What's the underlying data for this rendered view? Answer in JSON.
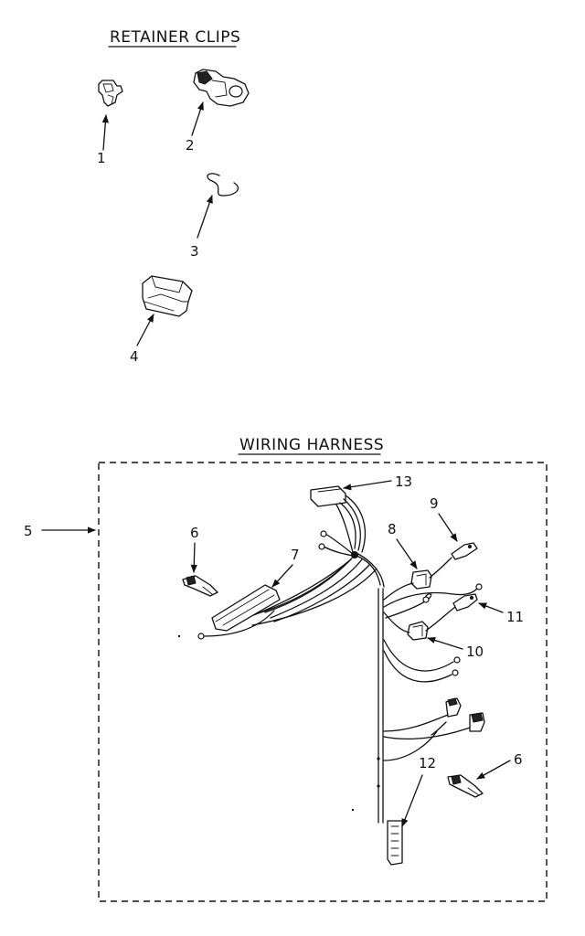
{
  "sections": {
    "retainer_title": "RETAINER CLIPS",
    "harness_title": "WIRING HARNESS"
  },
  "callouts": {
    "c1": "1",
    "c2": "2",
    "c3": "3",
    "c4": "4",
    "c5": "5",
    "c6a": "6",
    "c6b": "6",
    "c7": "7",
    "c8": "8",
    "c9": "9",
    "c10": "10",
    "c11": "11",
    "c12": "12",
    "c13": "13"
  },
  "colors": {
    "ink": "#111111",
    "paper": "#ffffff"
  }
}
